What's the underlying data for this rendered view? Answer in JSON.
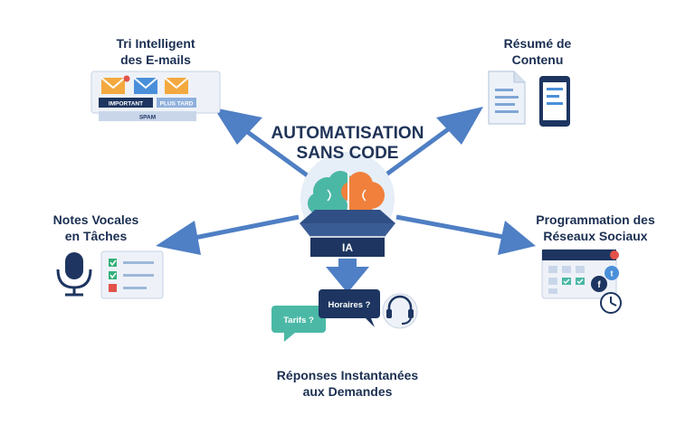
{
  "title": {
    "line1": "AUTOMATISATION",
    "line2": "SANS CODE"
  },
  "hub": {
    "label": "IA"
  },
  "nodes": {
    "emails": {
      "line1": "Tri Intelligent",
      "line2": "des E-mails",
      "tag_important": "IMPORTANT",
      "tag_later": "PLUS TARD",
      "tag_spam": "SPAM"
    },
    "summary": {
      "line1": "Résumé de",
      "line2": "Contenu"
    },
    "voice": {
      "line1": "Notes Vocales",
      "line2": "en Tâches"
    },
    "social": {
      "line1": "Programmation des",
      "line2": "Réseaux Sociaux",
      "twitter_letter": "t",
      "facebook_letter": "f"
    },
    "replies": {
      "line1": "Réponses Instantanées",
      "line2": "aux Demandes",
      "bubble_hours": "Horaires ?",
      "bubble_prices": "Tarifs ?"
    }
  },
  "colors": {
    "arrow": "#4f7fc4",
    "navy": "#1d3560",
    "orange": "#f0803c",
    "teal": "#4bb8a6",
    "email_orange": "#f3a93f",
    "email_blue": "#4a8fd9",
    "check_green": "#33b07a",
    "square_red": "#e2524a"
  },
  "icons": [
    "envelope-icon",
    "document-icon",
    "smartphone-icon",
    "microphone-icon",
    "checklist-icon",
    "calendar-icon",
    "clock-icon",
    "headset-icon",
    "brain-icon",
    "box-icon",
    "chat-bubble-icon"
  ]
}
